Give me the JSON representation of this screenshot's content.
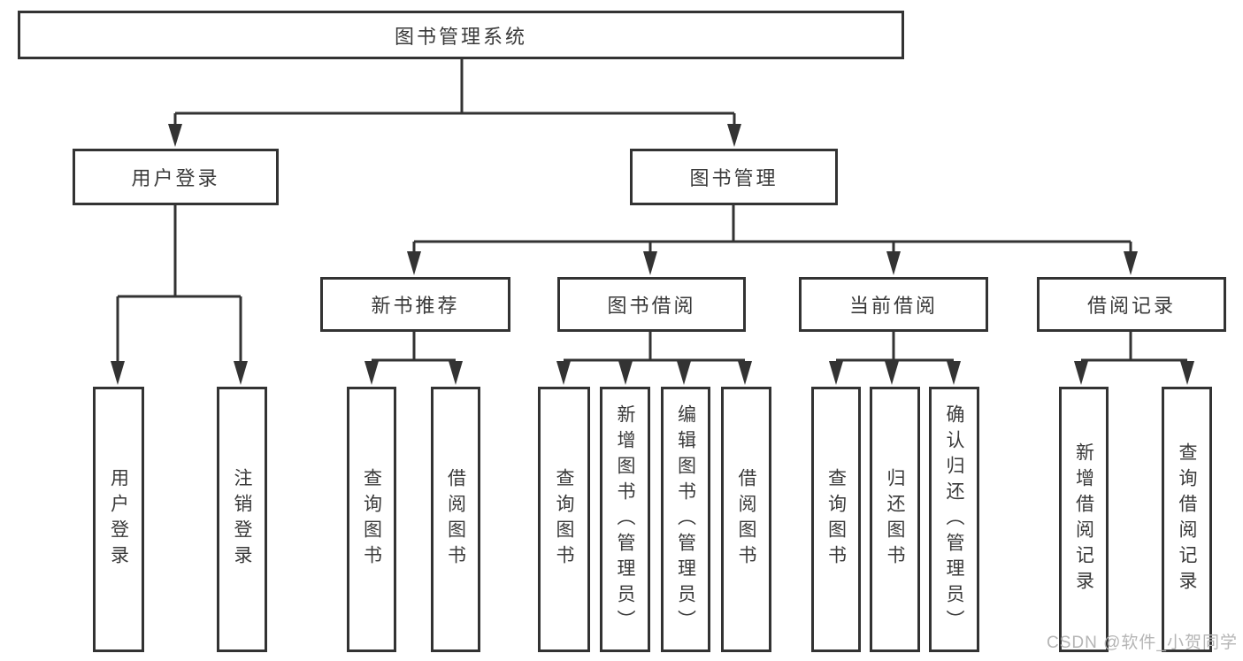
{
  "colors": {
    "line": "#333333",
    "box_border": "#333333",
    "text": "#3a3a3a",
    "watermark": "#b5b5b5",
    "background": "#ffffff"
  },
  "tree": {
    "root": {
      "label": "图书管理系统"
    },
    "branches": [
      {
        "label": "用户登录",
        "children": [
          {
            "label": "用户登录"
          },
          {
            "label": "注销登录"
          }
        ]
      },
      {
        "label": "图书管理",
        "children": [
          {
            "label": "新书推荐",
            "children": [
              {
                "label": "查询图书"
              },
              {
                "label": "借阅图书"
              }
            ]
          },
          {
            "label": "图书借阅",
            "children": [
              {
                "label": "查询图书"
              },
              {
                "label": "新增图书（管理员）"
              },
              {
                "label": "编辑图书（管理员）"
              },
              {
                "label": "借阅图书"
              }
            ]
          },
          {
            "label": "当前借阅",
            "children": [
              {
                "label": "查询图书"
              },
              {
                "label": "归还图书"
              },
              {
                "label": "确认归还（管理员）"
              }
            ]
          },
          {
            "label": "借阅记录",
            "children": [
              {
                "label": "新增借阅记录"
              },
              {
                "label": "查询借阅记录"
              }
            ]
          }
        ]
      }
    ]
  },
  "watermark": {
    "text": "CSDN @软件_小贺同学"
  }
}
